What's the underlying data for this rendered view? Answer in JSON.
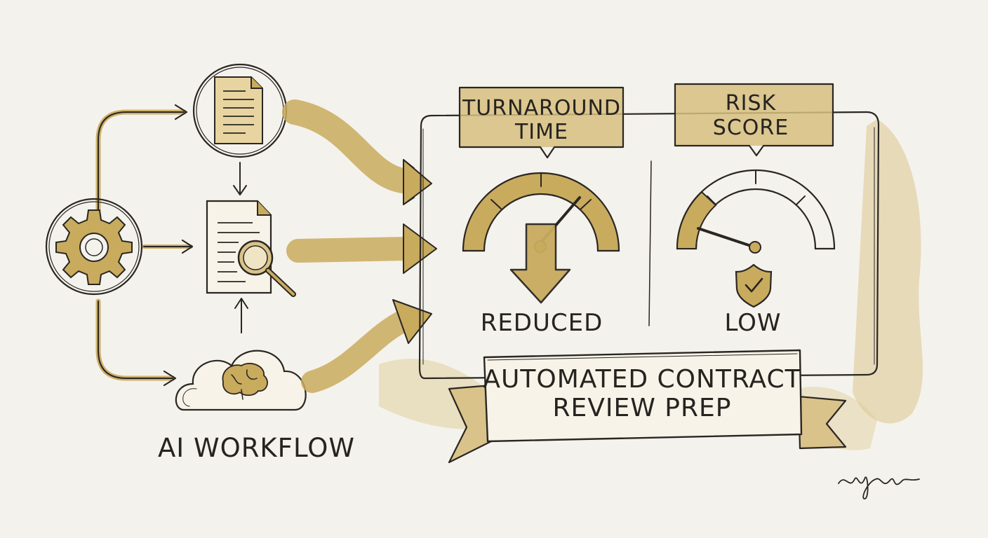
{
  "colors": {
    "paper": "#f4f2ec",
    "ink": "#2a2622",
    "gold": "#c9ab5e",
    "gold_light": "#d9c38a",
    "gold_wash": "#e3d3a6"
  },
  "workflow": {
    "label": "AI WORKFLOW",
    "icons": [
      "gear-icon",
      "document-icon",
      "document-search-icon",
      "cloud-brain-icon"
    ]
  },
  "metrics": [
    {
      "title_line1": "TURNAROUND",
      "title_line2": "TIME",
      "caption": "REDUCED",
      "icon": "down-arrow-icon"
    },
    {
      "title_line1": "RISK",
      "title_line2": "SCORE",
      "caption": "LOW",
      "icon": "shield-check-icon"
    }
  ],
  "banner": {
    "line1": "AUTOMATED CONTRACT",
    "line2": "REVIEW PREP"
  },
  "signature": "signature"
}
